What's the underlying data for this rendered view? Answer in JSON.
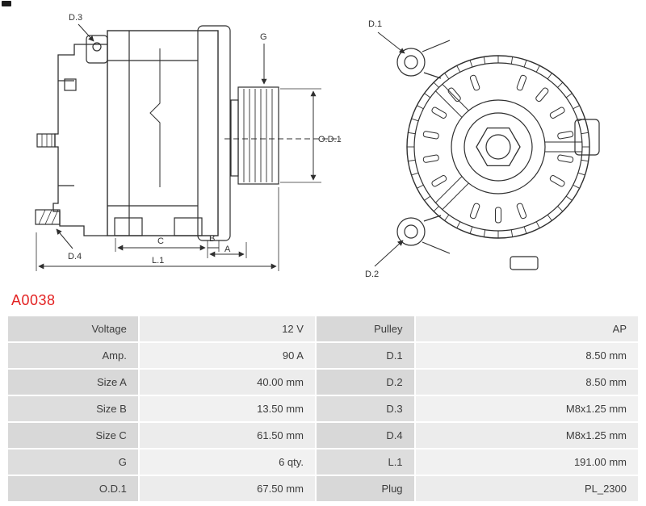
{
  "part": {
    "number": "A0038"
  },
  "colors": {
    "accent_red": "#e32222",
    "line": "#2f2f2f",
    "table_label_bg": "#d8d8d8",
    "table_value_bg": "#ececec"
  },
  "diagram": {
    "side_view": {
      "d3": "D.3",
      "d4": "D.4",
      "g": "G",
      "od1": "O.D.1",
      "c": "C",
      "b": "B",
      "a": "A",
      "l1": "L.1"
    },
    "front_view": {
      "d1": "D.1",
      "d2": "D.2"
    }
  },
  "table": {
    "rows": [
      {
        "l_label": "Voltage",
        "l_value": "12 V",
        "r_label": "Pulley",
        "r_value": "AP"
      },
      {
        "l_label": "Amp.",
        "l_value": "90 A",
        "r_label": "D.1",
        "r_value": "8.50 mm"
      },
      {
        "l_label": "Size A",
        "l_value": "40.00 mm",
        "r_label": "D.2",
        "r_value": "8.50 mm"
      },
      {
        "l_label": "Size B",
        "l_value": "13.50 mm",
        "r_label": "D.3",
        "r_value": "M8x1.25 mm"
      },
      {
        "l_label": "Size C",
        "l_value": "61.50 mm",
        "r_label": "D.4",
        "r_value": "M8x1.25 mm"
      },
      {
        "l_label": "G",
        "l_value": "6 qty.",
        "r_label": "L.1",
        "r_value": "191.00 mm"
      },
      {
        "l_label": "O.D.1",
        "l_value": "67.50 mm",
        "r_label": "Plug",
        "r_value": "PL_2300"
      }
    ]
  }
}
